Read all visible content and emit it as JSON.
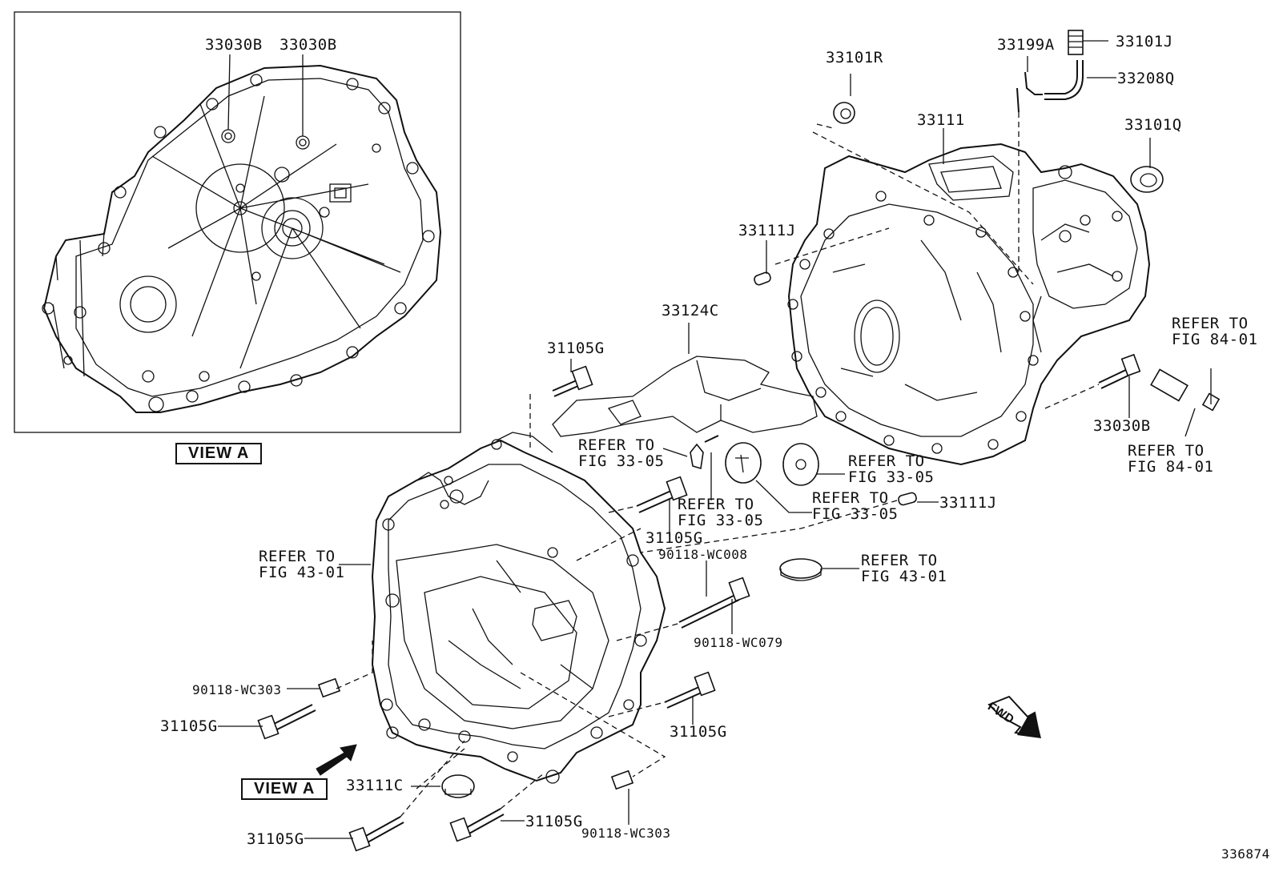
{
  "labels": {
    "l33030b_a": "33030B",
    "l33030b_b": "33030B",
    "l33101r": "33101R",
    "l33199a": "33199A",
    "l33101j": "33101J",
    "l33208q": "33208Q",
    "l33111": "33111",
    "l33101q": "33101Q",
    "l33111j_a": "33111J",
    "l33124c": "33124C",
    "l31105g_a": "31105G",
    "l31105g_b": "31105G",
    "l31105g_c": "31105G",
    "l31105g_d": "31105G",
    "l31105g_e": "31105G",
    "l31105g_f": "31105G",
    "l33030b_c": "33030B",
    "l33111j_b": "33111J",
    "l33111c": "33111C",
    "w008": "90118-WC008",
    "w079": "90118-WC079",
    "w303_a": "90118-WC303",
    "w303_b": "90118-WC303",
    "ref8401_a": "REFER TO\nFIG 84-01",
    "ref8401_b": "REFER TO\nFIG 84-01",
    "ref3305_a": "REFER TO\nFIG 33-05",
    "ref3305_b": "REFER TO\nFIG 33-05",
    "ref3305_c": "REFER TO\nFIG 33-05",
    "ref3305_d": "REFER TO\nFIG 33-05",
    "ref4301_a": "REFER TO\nFIG 43-01",
    "ref4301_b": "REFER TO\nFIG 43-01",
    "view_a_1": "VIEW A",
    "view_a_2": "VIEW A",
    "fwd": "FWD",
    "fig_no": "336874"
  }
}
